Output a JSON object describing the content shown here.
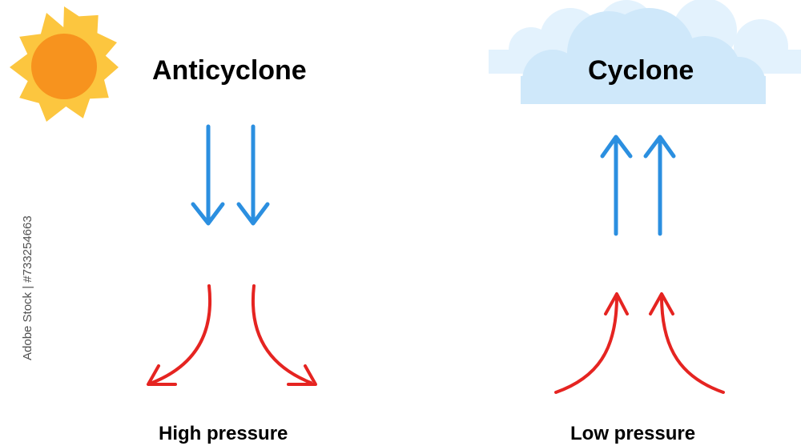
{
  "left_panel": {
    "title": "Anticyclone",
    "caption": "High pressure"
  },
  "right_panel": {
    "title": "Cyclone",
    "caption": "Low pressure"
  },
  "watermark": "Adobe Stock | #733254663",
  "colors": {
    "air_arrow": "#2b8fe0",
    "surface_arrow": "#e52421",
    "sun_core": "#f7931e",
    "sun_rays": "#fcc63f",
    "cloud": "#cfe8fa",
    "cloud_back": "#e3f2fd",
    "text": "#000000"
  },
  "icons": [
    "sun-icon",
    "cloud-icon"
  ]
}
